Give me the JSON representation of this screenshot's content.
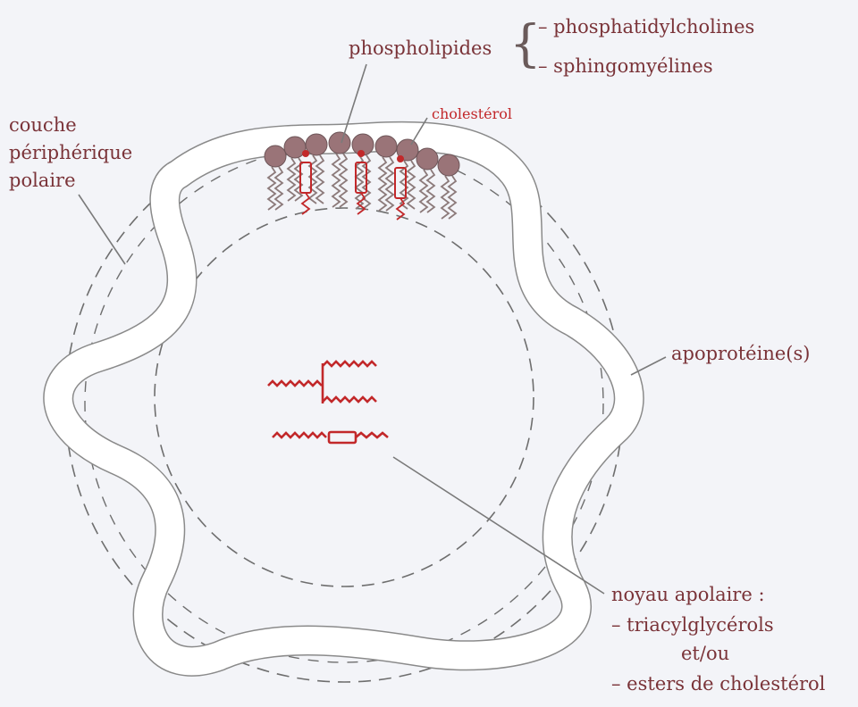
{
  "labels": {
    "phospholipides": "phospholipides",
    "phosphatidylcholines": "– phosphatidylcholines",
    "sphingomyelines": "– sphingomyélines",
    "cholesterol": "cholestérol",
    "couche_line1": "couche",
    "couche_line2": "périphérique",
    "couche_line3": "polaire",
    "apoproteine": "apoprotéine(s)",
    "noyau_title": "noyau apolaire :",
    "noyau_item1": "– triacylglycérols",
    "noyau_connector": "et/ou",
    "noyau_item2": "– esters  de cholestérol"
  },
  "colors": {
    "label_text": "#7a3338",
    "cholesterol_red": "#c2282a",
    "lipid_head": "#9a7478",
    "membrane_outline": "#8a8a8a",
    "dashed_circle": "#6e6e6e",
    "background": "#f3f4f8"
  }
}
